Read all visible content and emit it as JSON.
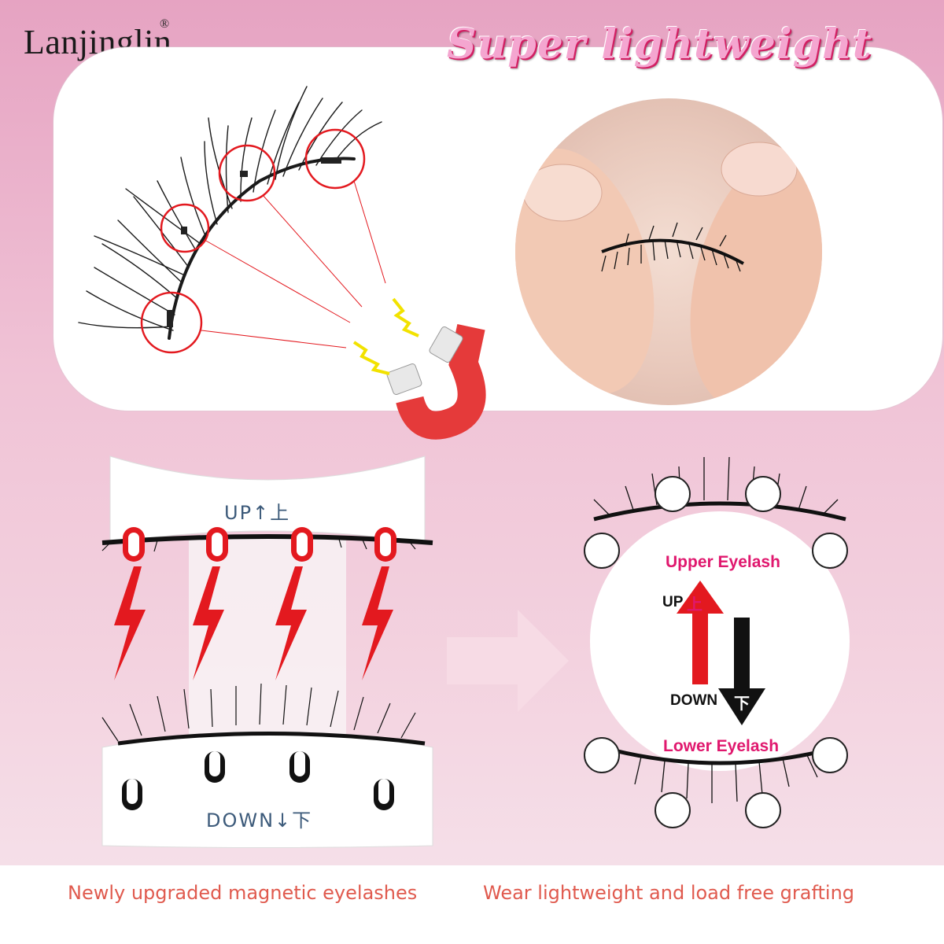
{
  "brand": {
    "name": "Lanjinglin",
    "registered_mark": "®"
  },
  "headline": "Super lightweight",
  "stand": {
    "up_label": "UP↑上",
    "down_label": "DOWN↓下"
  },
  "diagram": {
    "upper_label": "Upper Eyelash",
    "lower_label": "Lower Eyelash",
    "up_text": "UP",
    "up_cn": "上",
    "down_text": "DOWN",
    "down_cn": "下"
  },
  "captions": {
    "left": "Newly upgraded magnetic eyelashes",
    "right": "Wear lightweight and load free grafting"
  },
  "colors": {
    "accent_red": "#e3191f",
    "accent_pink": "#e0186e",
    "caption": "#e05a4e"
  }
}
